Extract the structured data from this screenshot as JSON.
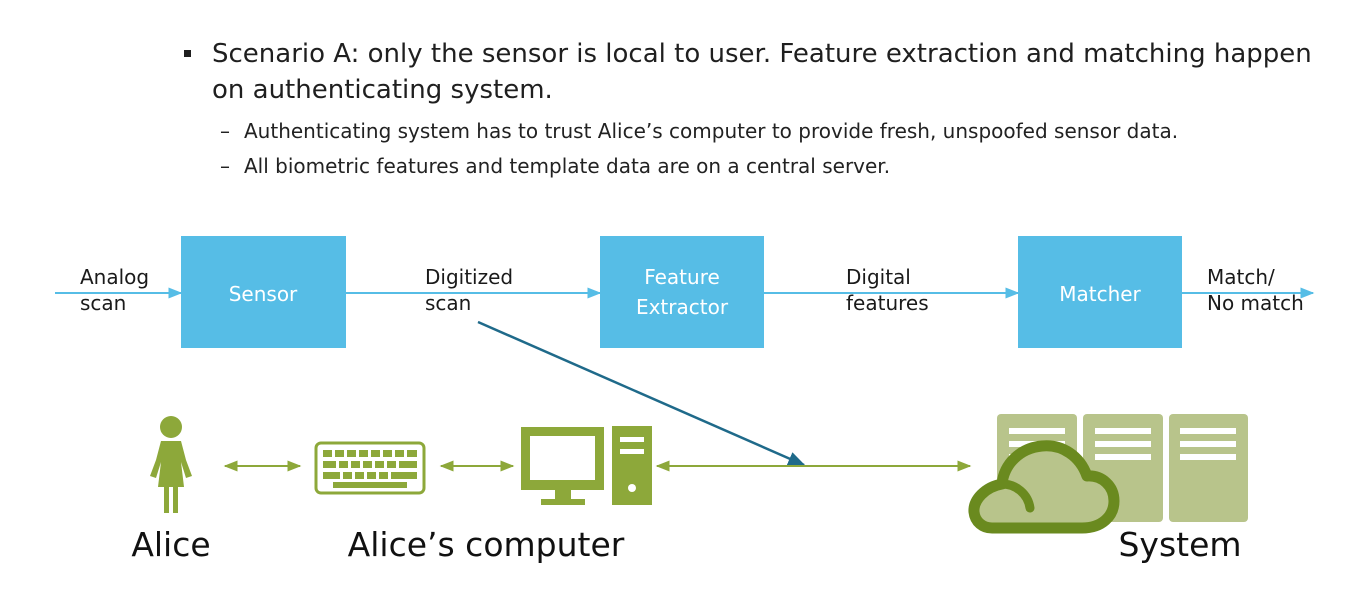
{
  "bullets": {
    "main": "Scenario A: only the sensor is local to user.  Feature extraction and matching happen on authenticating system.",
    "sub": [
      "Authenticating system has to trust Alice’s computer to provide fresh, unspoofed sensor data.",
      "All biometric features and template data are on a central server."
    ]
  },
  "pipeline": {
    "input_label": [
      "Analog",
      "scan"
    ],
    "boxes": [
      {
        "label": [
          "Sensor"
        ]
      },
      {
        "label": [
          "Feature",
          "Extractor"
        ]
      },
      {
        "label": [
          "Matcher"
        ]
      }
    ],
    "between_labels": [
      [
        "Digitized",
        "scan"
      ],
      [
        "Digital",
        "features"
      ]
    ],
    "output_label": [
      "Match/",
      "No match"
    ]
  },
  "actors": {
    "alice": "Alice",
    "computer": "Alice’s computer",
    "system": "System"
  },
  "colors": {
    "box_fill": "#56bde6",
    "flow_arrow": "#56bde6",
    "icon_green": "#8da83a",
    "server_light": "#b8c48b",
    "cloud_dark": "#6a8a1f",
    "link_arrow": "#1f6a8a"
  },
  "icons": [
    "person-icon",
    "keyboard-icon",
    "monitor-icon",
    "tower-icon",
    "server-icon",
    "cloud-icon"
  ]
}
